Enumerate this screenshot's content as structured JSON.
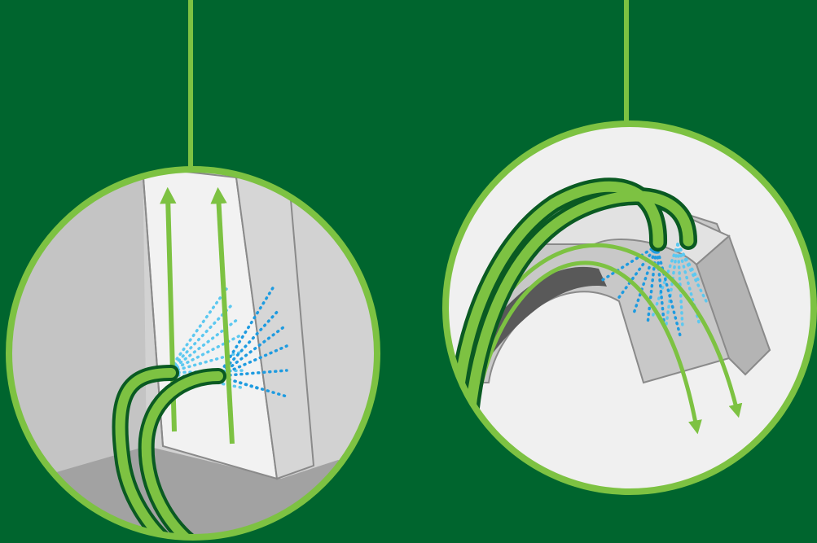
{
  "colors": {
    "background": "#00652e",
    "ring": "#7dc242",
    "tube": "#7dc242",
    "tube_outline": "#0a5a22",
    "arrow": "#7dc242",
    "spray_light": "#5cc8f0",
    "spray_dark": "#1e9be0",
    "panel_light": "#e6e6e6",
    "panel_mid": "#c4c4c4",
    "panel_dark": "#9a9a9a",
    "cutout": "#595959"
  },
  "panels": [
    {
      "name": "left-detail",
      "tube_count": 2,
      "airflow_direction": "up"
    },
    {
      "name": "right-detail",
      "tube_count": 2,
      "airflow_direction": "down"
    }
  ]
}
